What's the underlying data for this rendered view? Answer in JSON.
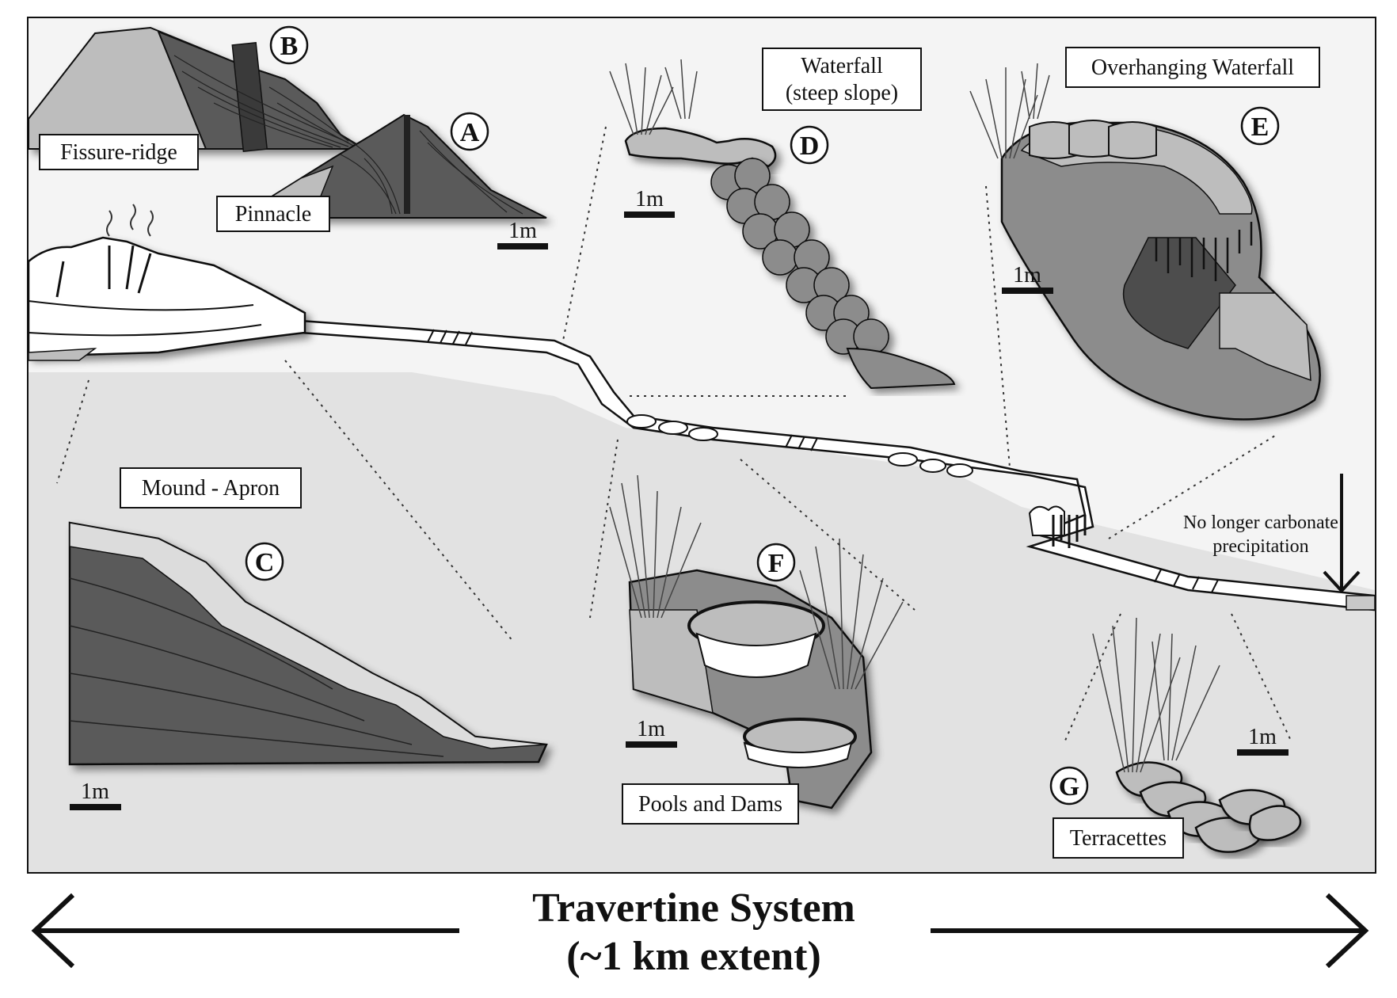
{
  "labels": {
    "fissure_ridge": "Fissure-ridge",
    "pinnacle": "Pinnacle",
    "mound_apron": "Mound - Apron",
    "waterfall_line1": "Waterfall",
    "waterfall_line2": "(steep slope)",
    "overhanging_waterfall": "Overhanging Waterfall",
    "pools_and_dams": "Pools and Dams",
    "terracettes": "Terracettes",
    "no_longer_line1": "No longer carbonate",
    "no_longer_line2": "precipitation"
  },
  "letters": {
    "a": "A",
    "b": "B",
    "c": "C",
    "d": "D",
    "e": "E",
    "f": "F",
    "g": "G"
  },
  "scale_bar_label": "1m",
  "footer": {
    "title_line1": "Travertine System",
    "title_line2": "(~1 km extent)"
  },
  "colors": {
    "panel_bg": "#f4f4f4",
    "lower_bg": "#e2e2e2",
    "dark_grey": "#5a5a5a",
    "mid_grey": "#8c8c8c",
    "light_grey": "#bdbdbd"
  }
}
